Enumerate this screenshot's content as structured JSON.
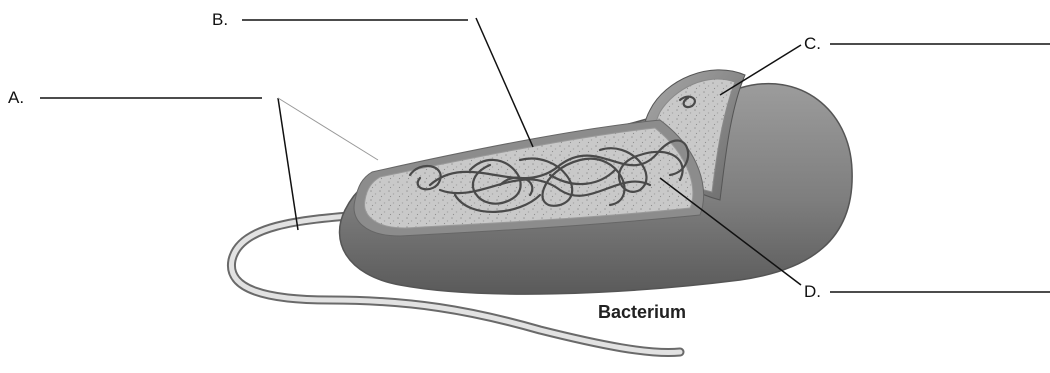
{
  "diagram": {
    "caption": "Bacterium",
    "labels": {
      "a": "A.",
      "b": "B.",
      "c": "C.",
      "d": "D."
    }
  }
}
